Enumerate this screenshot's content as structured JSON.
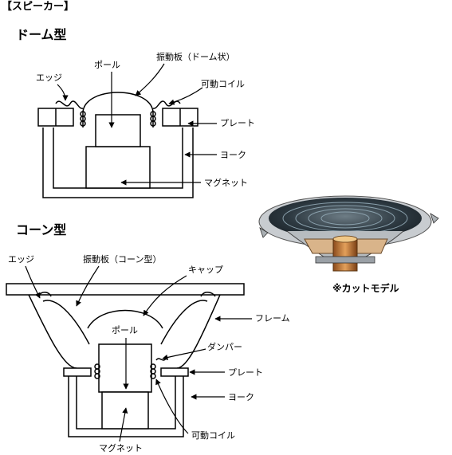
{
  "header": "【スピーカー】",
  "dome": {
    "title": "ドーム型",
    "labels": {
      "edge": "エッジ",
      "pole": "ポール",
      "diaphragm": "振動板（ドーム状）",
      "voice_coil": "可動コイル",
      "plate": "プレート",
      "yoke": "ヨーク",
      "magnet": "マグネット"
    }
  },
  "cone": {
    "title": "コーン型",
    "labels": {
      "edge": "エッジ",
      "diaphragm": "振動板（コーン型）",
      "cap": "キャップ",
      "frame": "フレーム",
      "pole": "ポール",
      "damper": "ダンパー",
      "plate": "プレート",
      "yoke": "ヨーク",
      "voice_coil": "可動コイル",
      "magnet": "マグネット"
    }
  },
  "photo": {
    "caption": "※カットモデル"
  }
}
